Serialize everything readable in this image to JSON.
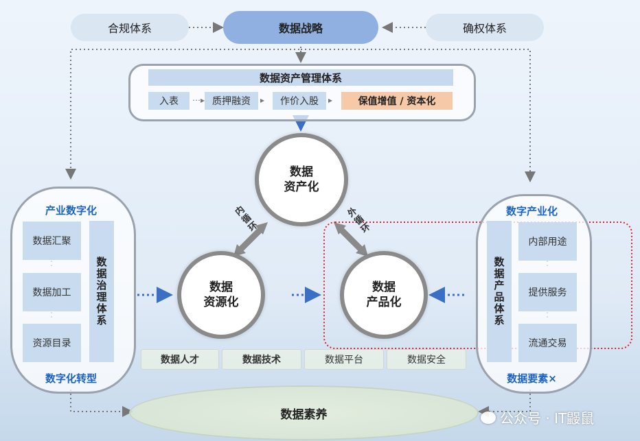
{
  "top": {
    "compliance": "合规体系",
    "strategy": "数据战略",
    "rights": "确权体系"
  },
  "asset_mgmt": {
    "title": "数据资产管理体系",
    "steps": [
      "入表",
      "质押融资",
      "作价入股"
    ],
    "last": "保值增值 / 资本化"
  },
  "center": {
    "asset": [
      "数据",
      "资产化"
    ],
    "resource": [
      "数据",
      "资源化"
    ],
    "product": [
      "数据",
      "产品化"
    ]
  },
  "loops": {
    "inner": "内循环",
    "outer": "外循环"
  },
  "left_panel": {
    "title": "产业数字化",
    "items": [
      "数据汇聚",
      "数据加工",
      "资源目录"
    ],
    "side": "数据治理体系",
    "bottom": "数字化转型"
  },
  "right_panel": {
    "title": "数字产业化",
    "items": [
      "内部用途",
      "提供服务",
      "流通交易"
    ],
    "side": "数据产品体系",
    "bottom": "数据要素×"
  },
  "skills": [
    "数据人才",
    "数据技术",
    "数据平台",
    "数据安全"
  ],
  "literacy": "数据素养",
  "watermark": "公众号 · IT鼹鼠",
  "colors": {
    "strategy": "#8fb0e0",
    "accent_blue": "#1a62c4",
    "highlight": "#f6c9a8",
    "dashed_red": "#d9222a"
  }
}
